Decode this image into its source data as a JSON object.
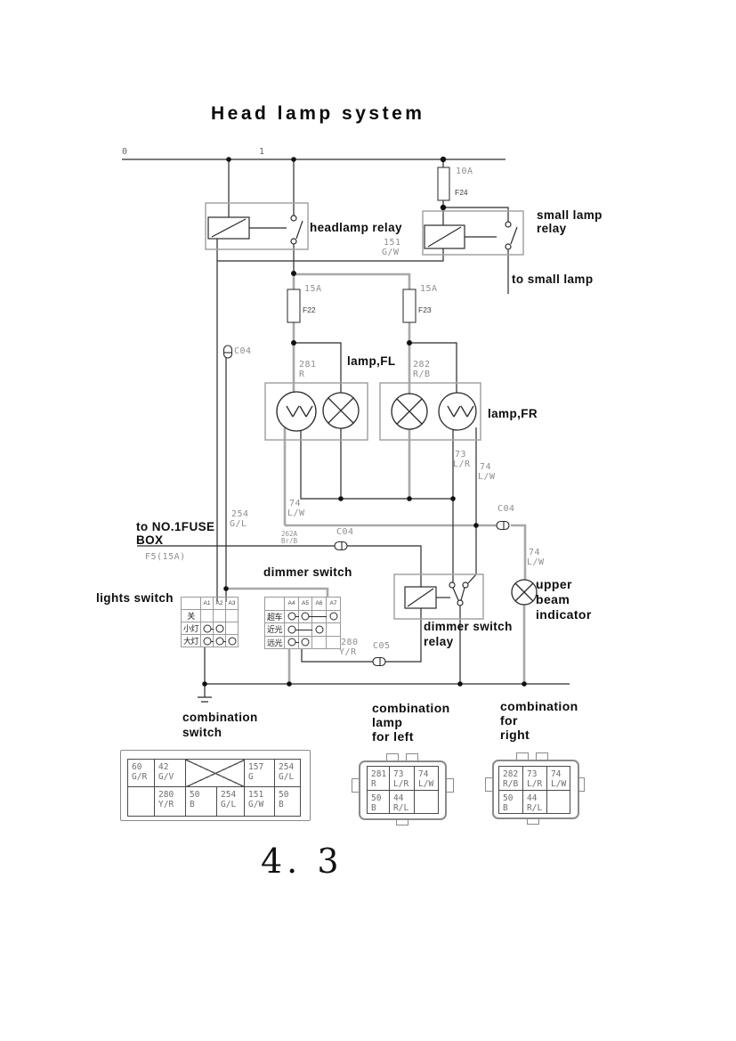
{
  "title": "Head lamp system",
  "page_number": "4. 3",
  "bus": {
    "left_label": "0",
    "mid_label": "1"
  },
  "fuses": {
    "f24": {
      "rating": "10A",
      "name": "F24"
    },
    "f22": {
      "rating": "15A",
      "name": "F22"
    },
    "f23": {
      "rating": "15A",
      "name": "F23"
    }
  },
  "labels": {
    "headlamp_relay": "headlamp relay",
    "small_lamp_relay_1": "small lamp",
    "small_lamp_relay_2": "relay",
    "to_small_lamp": "to small lamp",
    "lamp_fl": "lamp,FL",
    "lamp_fr": "lamp,FR",
    "upper_1": "upper",
    "upper_2": "beam",
    "upper_3": "indicator",
    "to_fuse_1": "to NO.1FUSE",
    "to_fuse_2": "BOX",
    "fuse_ref": "F5(15A)",
    "dimmer_switch": "dimmer switch",
    "lights_switch": "lights switch",
    "dimmer_relay_1": "dimmer switch",
    "dimmer_relay_2": "relay",
    "comb_switch_1": "combination",
    "comb_switch_2": "switch",
    "comb_left_1": "combination",
    "comb_left_2": "lamp",
    "comb_left_3": "for left",
    "comb_right_1": "combination",
    "comb_right_2": "for",
    "comb_right_3": "right"
  },
  "wire_labels": {
    "w151_1": "151",
    "w151_2": "G/W",
    "w281_1": "281",
    "w281_2": "R",
    "w282_1": "282",
    "w282_2": "R/B",
    "w73_1": "73",
    "w73_2": "L/R",
    "w74_1": "74",
    "w74_2": "L/W",
    "w254_1": "254",
    "w254_2": "G/L",
    "w280_1": "280",
    "w280_2": "Y/R",
    "w262_1": "262A",
    "w262_2": "Br/B",
    "c04": "C04",
    "c05": "C05"
  },
  "switch_tables": {
    "lights": {
      "headers": [
        "",
        "A1",
        "A2",
        "A3"
      ],
      "rows": [
        {
          "label": "关",
          "cells": [
            "",
            "",
            ""
          ]
        },
        {
          "label": "小灯",
          "cells": [
            "o-",
            "o",
            ""
          ]
        },
        {
          "label": "大灯",
          "cells": [
            "o-",
            "o-",
            "o"
          ]
        }
      ]
    },
    "dimmer": {
      "headers": [
        "",
        "A4",
        "A5",
        "A6",
        "A7"
      ],
      "rows": [
        {
          "label": "超车",
          "cells": [
            "o-",
            "o-",
            "-",
            "o"
          ]
        },
        {
          "label": "近光",
          "cells": [
            "o-",
            "-",
            "o",
            ""
          ]
        },
        {
          "label": "远光",
          "cells": [
            "o-",
            "o",
            "",
            ""
          ]
        }
      ]
    }
  },
  "connector_tables": {
    "comb_switch": {
      "rows": [
        [
          {
            "v": "60 G/R"
          },
          {
            "v": "42 G/V"
          },
          {
            "x": true,
            "span": 2
          },
          {
            "v": "157 G"
          },
          {
            "v": "254 G/L"
          }
        ],
        [
          {
            "v": ""
          },
          {
            "v": "280 Y/R"
          },
          {
            "v": "50 B"
          },
          {
            "v": "254 G/L"
          },
          {
            "v": "151 G/W"
          },
          {
            "v": "50 B"
          }
        ]
      ]
    },
    "comb_left": {
      "rows": [
        [
          {
            "v": "281 R"
          },
          {
            "v": "73 L/R"
          },
          {
            "v": "74 L/W"
          }
        ],
        [
          {
            "v": "50 B"
          },
          {
            "v": "44 R/L"
          },
          {
            "v": ""
          }
        ]
      ]
    },
    "comb_right": {
      "rows": [
        [
          {
            "v": "282 R/B"
          },
          {
            "v": "73 L/R"
          },
          {
            "v": "74 L/W"
          }
        ],
        [
          {
            "v": "50 B"
          },
          {
            "v": "44 R/L"
          },
          {
            "v": ""
          }
        ]
      ]
    }
  }
}
